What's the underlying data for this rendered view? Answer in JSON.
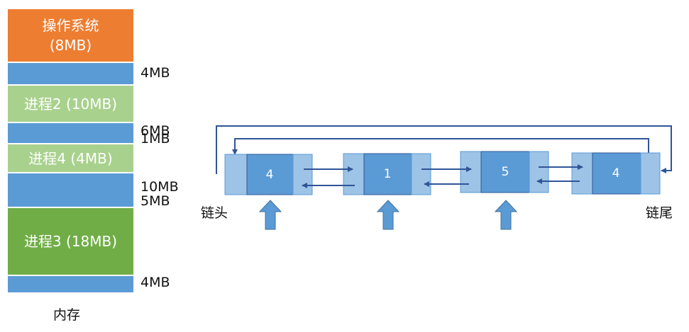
{
  "memory": {
    "blocks": [
      {
        "line1": "操作系统",
        "line2": "(8MB)",
        "color": "#ED7D31"
      },
      {
        "line1": "",
        "line2": "",
        "color": "#5B9BD5",
        "size_label": "4MB"
      },
      {
        "line1": "进程2 (10MB)",
        "line2": "",
        "color": "#A9D18E"
      },
      {
        "line1": "",
        "line2": "",
        "color": "#5B9BD5",
        "size_label": "6MB",
        "size_label2": "1MB"
      },
      {
        "line1": "进程4 (4MB)",
        "line2": "",
        "color": "#A9D18E"
      },
      {
        "line1": "",
        "line2": "",
        "color": "#5B9BD5",
        "size_label": "10MB",
        "size_label2": "5MB"
      },
      {
        "line1": "进程3 (18MB)",
        "line2": "",
        "color": "#70AD47"
      },
      {
        "line1": "",
        "line2": "",
        "color": "#5B9BD5",
        "size_label": "4MB"
      }
    ],
    "caption": "内存"
  },
  "list": {
    "nodes": [
      "4",
      "1",
      "5",
      "4"
    ],
    "head_label": "链头",
    "tail_label": "链尾",
    "node_color": "#5B9BD5",
    "pointer_color": "#9DC3E6",
    "link_color": "#2F5597",
    "arrow_color": "#5B9BD5"
  }
}
